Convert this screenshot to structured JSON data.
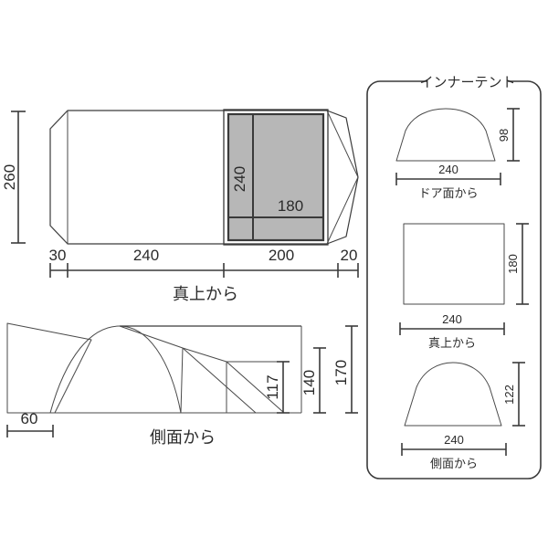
{
  "diagram": {
    "title_top_view": "真上から",
    "title_side_view": "側面から",
    "inner_panel_title": "インナーテント",
    "colors": {
      "line": "#3a3a3a",
      "inner_fill": "#b7b7b7",
      "background": "#ffffff",
      "text": "#2b2b2b"
    }
  },
  "top_view": {
    "caption": "真上から",
    "height_dim": "260",
    "inner_vertical_dim": "240",
    "inner_horizontal_dim": "180",
    "length_segments": [
      {
        "label": "30"
      },
      {
        "label": "240"
      },
      {
        "label": "200"
      },
      {
        "label": "20"
      }
    ]
  },
  "side_view": {
    "caption": "側面から",
    "width_dim": "60",
    "height_dims": [
      {
        "label": "117"
      },
      {
        "label": "140"
      },
      {
        "label": "170"
      }
    ]
  },
  "inner_tent": {
    "panel_title": "インナーテント",
    "views": [
      {
        "caption": "ドア面から",
        "width_dim": "240",
        "height_dim": "98"
      },
      {
        "caption": "真上から",
        "width_dim": "240",
        "height_dim": "180"
      },
      {
        "caption": "側面から",
        "width_dim": "240",
        "height_dim": "122"
      }
    ]
  }
}
